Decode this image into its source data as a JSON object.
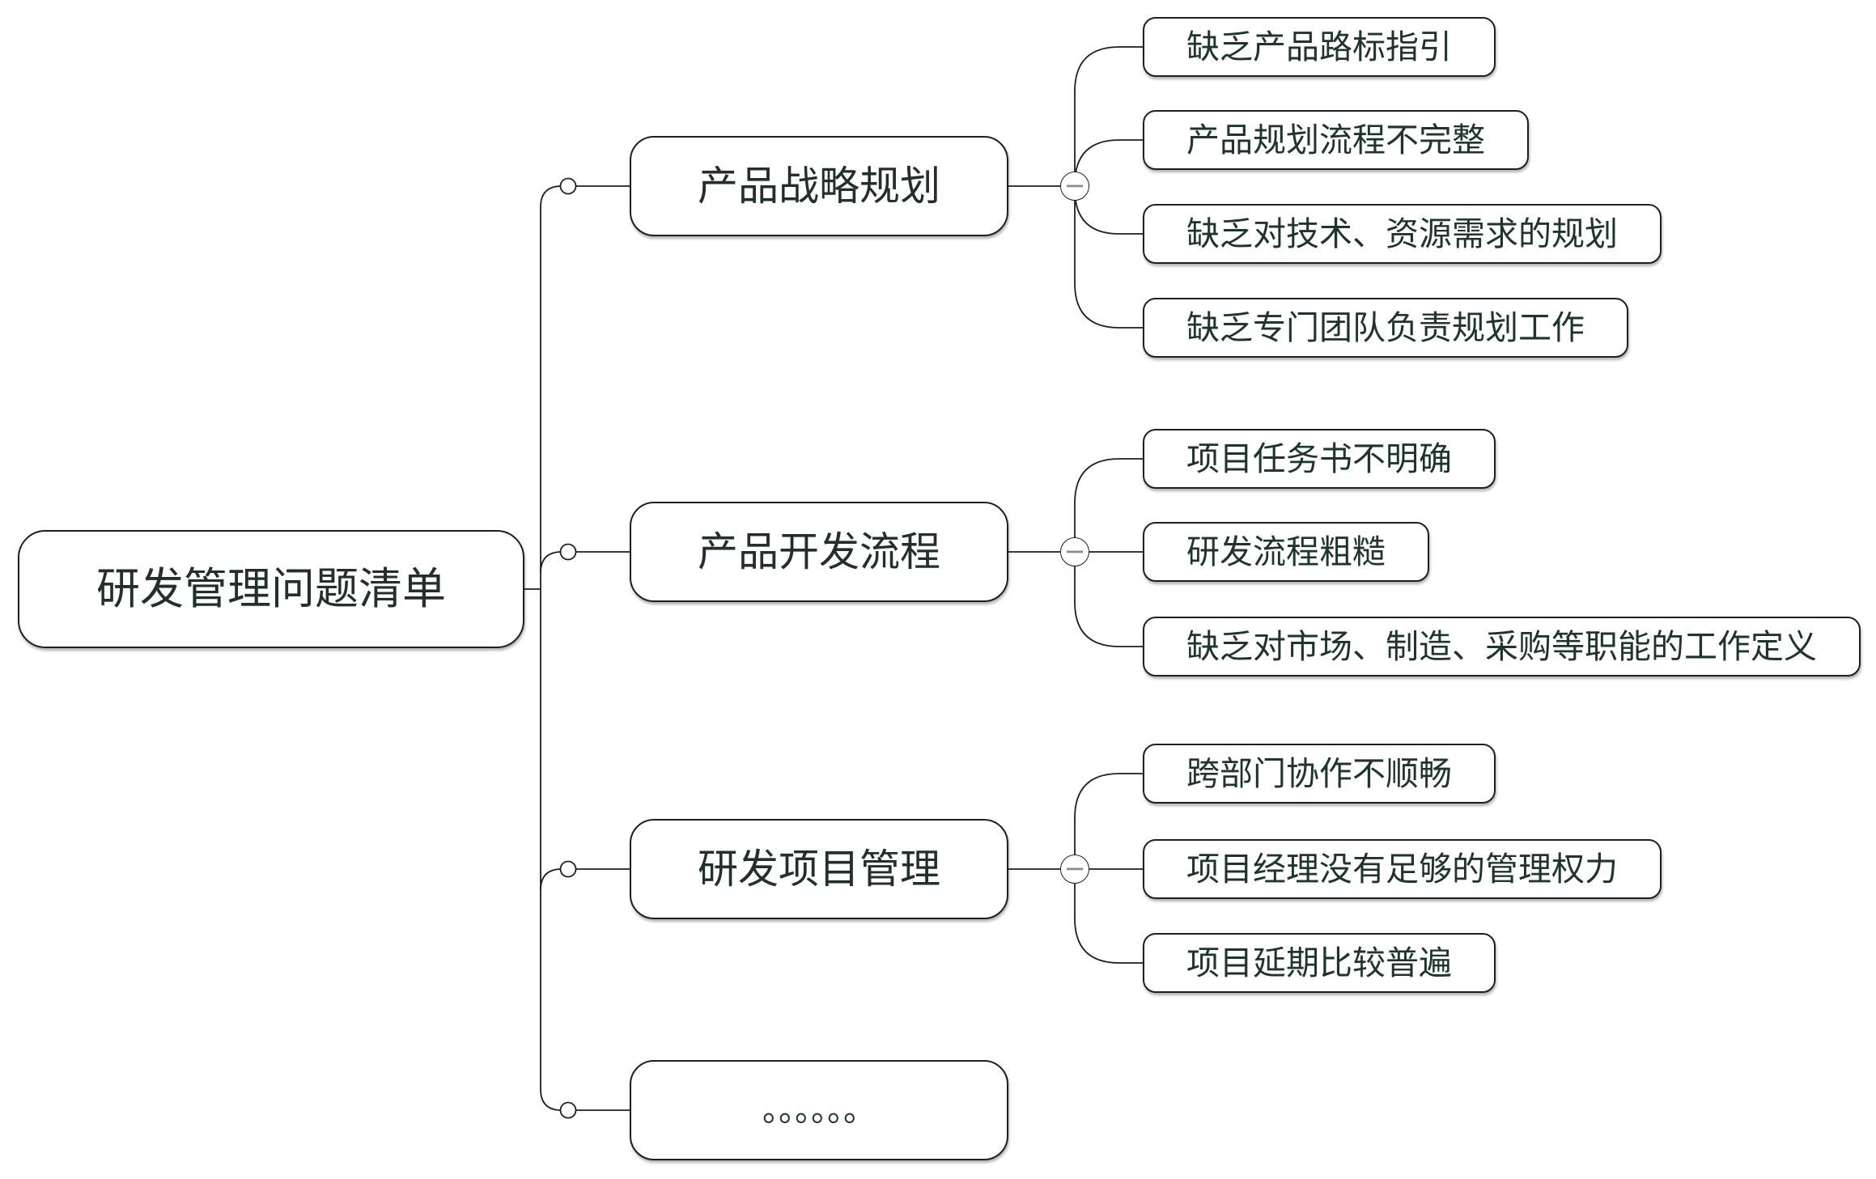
{
  "root": {
    "label": "研发管理问题清单"
  },
  "branches": [
    {
      "label": "产品战略规划",
      "children": [
        "缺乏产品路标指引",
        "产品规划流程不完整",
        "缺乏对技术、资源需求的规划",
        "缺乏专门团队负责规划工作"
      ]
    },
    {
      "label": "产品开发流程",
      "children": [
        "项目任务书不明确",
        "研发流程粗糙",
        "缺乏对市场、制造、采购等职能的工作定义"
      ]
    },
    {
      "label": "研发项目管理",
      "children": [
        "跨部门协作不顺畅",
        "项目经理没有足够的管理权力",
        "项目延期比较普遍"
      ]
    },
    {
      "label": "。。。。。。",
      "children": []
    }
  ],
  "ui": {
    "collapse_glyph": "−"
  },
  "colors": {
    "background": "#ffffff",
    "line": "#1f1f1f",
    "parent_text": "#222f2d",
    "child_text": "#1e352b",
    "collapse_glyph": "#8a8a8a"
  }
}
